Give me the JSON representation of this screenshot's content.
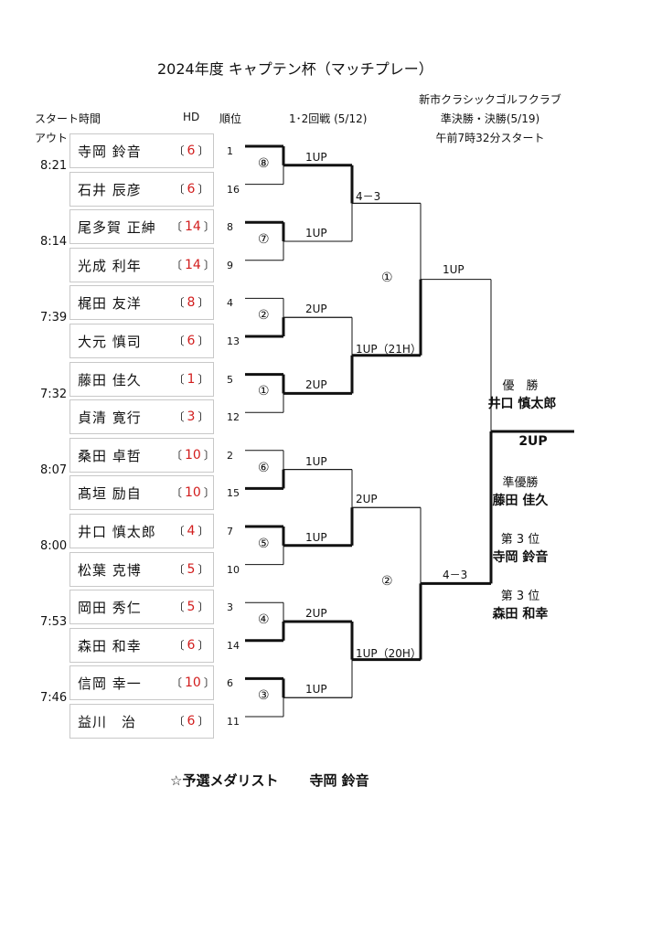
{
  "title": "2024年度 キャプテン杯（マッチプレー）",
  "club": {
    "name": "新市クラシックゴルフクラブ",
    "semi": "準決勝・決勝(5/19)",
    "start": "午前7時32分スタート"
  },
  "headers": {
    "start_time": "スタート時間",
    "out": "アウト",
    "hd": "HD",
    "rank": "順位",
    "round12": "1･2回戦 (5/12)"
  },
  "players": [
    {
      "name": "寺岡 鈴音",
      "hd": "6",
      "rank": "1"
    },
    {
      "name": "石井 辰彦",
      "hd": "6",
      "rank": "16"
    },
    {
      "name": "尾多賀 正紳",
      "hd": "14",
      "rank": "8"
    },
    {
      "name": "光成 利年",
      "hd": "14",
      "rank": "9"
    },
    {
      "name": "梶田 友洋",
      "hd": "8",
      "rank": "4"
    },
    {
      "name": "大元 慎司",
      "hd": "6",
      "rank": "13"
    },
    {
      "name": "藤田 佳久",
      "hd": "1",
      "rank": "5"
    },
    {
      "name": "貞清 寛行",
      "hd": "3",
      "rank": "12"
    },
    {
      "name": "桑田 卓哲",
      "hd": "10",
      "rank": "2"
    },
    {
      "name": "髙垣 励自",
      "hd": "10",
      "rank": "15"
    },
    {
      "name": "井口 慎太郎",
      "hd": "4",
      "rank": "7"
    },
    {
      "name": "松葉 克博",
      "hd": "5",
      "rank": "10"
    },
    {
      "name": "岡田 秀仁",
      "hd": "5",
      "rank": "3"
    },
    {
      "name": "森田 和幸",
      "hd": "6",
      "rank": "14"
    },
    {
      "name": "信岡 幸一",
      "hd": "10",
      "rank": "6"
    },
    {
      "name": "益川　治",
      "hd": "6",
      "rank": "11"
    }
  ],
  "times": [
    "8:21",
    "8:14",
    "7:39",
    "7:32",
    "8:07",
    "8:00",
    "7:53",
    "7:46"
  ],
  "group_labels": [
    "⑧",
    "⑦",
    "②",
    "①",
    "⑥",
    "⑤",
    "④",
    "③"
  ],
  "r1_results": [
    "1UP",
    "1UP",
    "2UP",
    "2UP",
    "1UP",
    "1UP",
    "2UP",
    "1UP"
  ],
  "r2_results": [
    "4－3",
    "1UP（21H）",
    "2UP",
    "1UP（20H）"
  ],
  "semi_labels": [
    "①",
    "②"
  ],
  "semi_results": [
    "1UP",
    "4－3"
  ],
  "final_result": "2UP",
  "awards": {
    "winner_label": "優　勝",
    "winner": "井口 慎太郎",
    "runner_label": "準優勝",
    "runner": "藤田 佳久",
    "third_label_1": "第 3 位",
    "third_1": "寺岡 鈴音",
    "third_label_2": "第 3 位",
    "third_2": "森田 和幸"
  },
  "medalist": {
    "label": "☆予選メダリスト",
    "name": "寺岡 鈴音"
  },
  "colors": {
    "hd_number": "#d21d1d",
    "line": "#111111"
  }
}
